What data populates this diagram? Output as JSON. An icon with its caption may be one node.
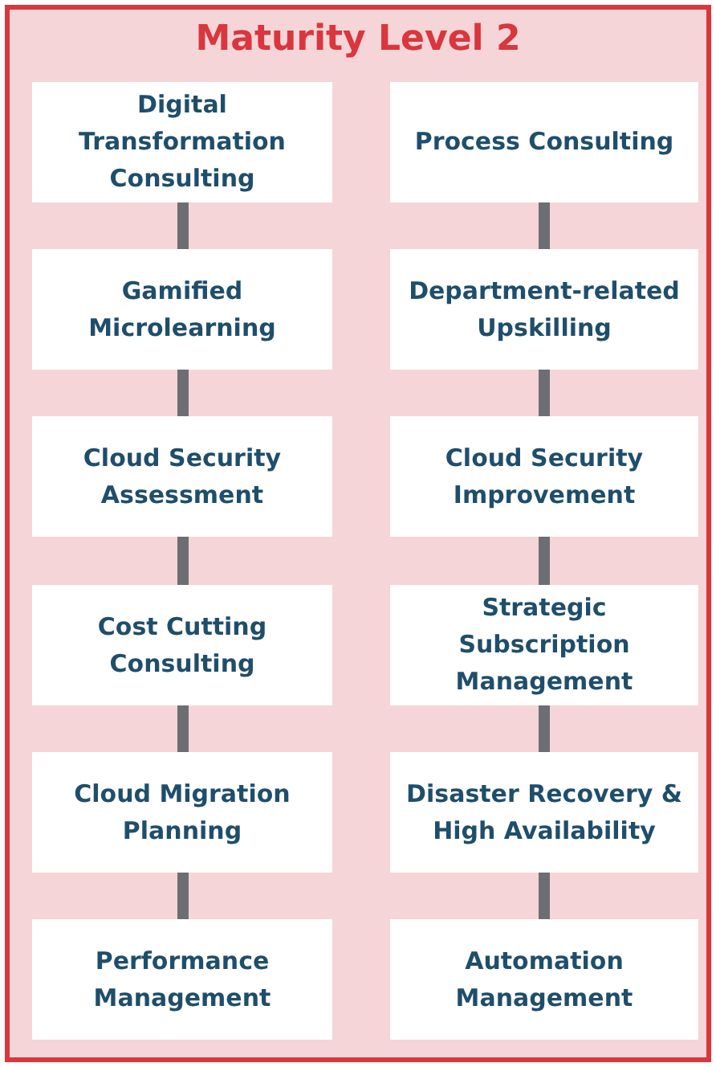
{
  "diagram": {
    "nodes": [
      {
        "text": [
          "Maturity Level 2"
        ]
      },
      {
        "text": [
          "Digital Transformation Consulting"
        ],
        "in": 0
      },
      {
        "text": [
          "Process Consulting"
        ],
        "in": 0
      },
      {
        "text": [
          "Gamified Microlearning"
        ],
        "in": 0
      },
      {
        "text": [
          "Department-related Upskilling"
        ],
        "in": 0
      },
      {
        "text": [
          "Cloud Security Assessment"
        ],
        "in": 0
      },
      {
        "text": [
          "Cloud Security Improvement"
        ],
        "in": 0
      },
      {
        "text": [
          "Cost Cutting Consulting"
        ],
        "in": 0
      },
      {
        "text": [
          "Strategic Subscription Management"
        ],
        "in": 0
      },
      {
        "text": [
          "Cloud Migration Planning"
        ],
        "in": 0
      },
      {
        "text": [
          "Disaster Recovery & High Availability"
        ],
        "in": 0
      },
      {
        "text": [
          "Performance Management"
        ],
        "in": 0
      },
      {
        "text": [
          "Automation Management"
        ],
        "in": 0
      }
    ],
    "edges": [
      {
        "from": 1,
        "to": 3,
        "arrow": "none"
      },
      {
        "from": 3,
        "to": 5,
        "arrow": "none"
      },
      {
        "from": 5,
        "to": 7,
        "arrow": "none"
      },
      {
        "from": 7,
        "to": 9,
        "arrow": "none"
      },
      {
        "from": 9,
        "to": 11,
        "arrow": "none"
      },
      {
        "from": 2,
        "to": 4,
        "arrow": "none"
      },
      {
        "from": 4,
        "to": 6,
        "arrow": "none"
      },
      {
        "from": 6,
        "to": 8,
        "arrow": "none"
      },
      {
        "from": 8,
        "to": 10,
        "arrow": "none"
      },
      {
        "from": 10,
        "to": 12,
        "arrow": "none"
      }
    ]
  }
}
